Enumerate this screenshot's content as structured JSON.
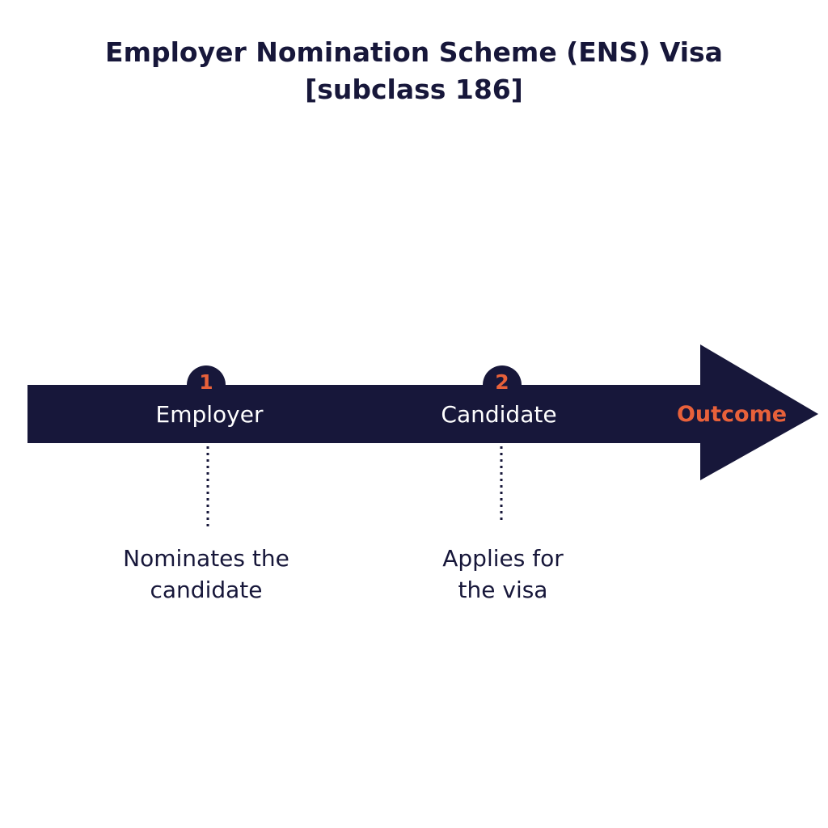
{
  "title": {
    "line1": "Employer Nomination Scheme (ENS) Visa",
    "line2": "[subclass 186]"
  },
  "colors": {
    "navy": "#17173a",
    "accent": "#e8613a",
    "background": "#ffffff"
  },
  "steps": [
    {
      "number": "1",
      "label": "Employer",
      "description_line1": "Nominates the",
      "description_line2": "candidate"
    },
    {
      "number": "2",
      "label": "Candidate",
      "description_line1": "Applies for",
      "description_line2": "the visa"
    }
  ],
  "outcome": {
    "label": "Outcome"
  }
}
